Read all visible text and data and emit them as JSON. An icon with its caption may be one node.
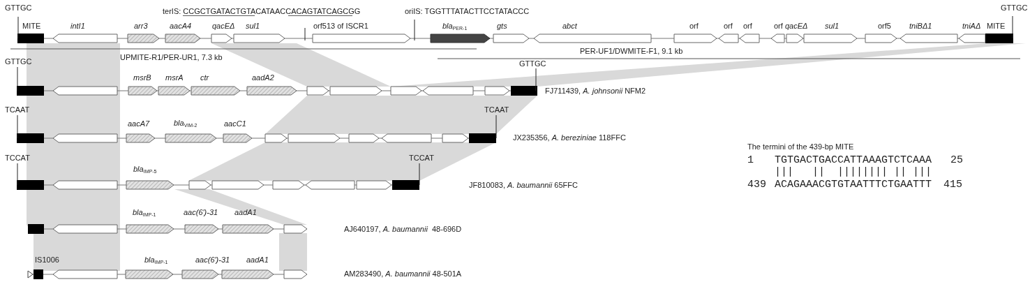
{
  "diagram": {
    "labels": [
      "GTTGC",
      "terIS: CCGCTGATACTGTACATAACCACAGTATCAGCGG",
      "oriIS: TGGTTTATACTTCCTATACCC",
      "MITE",
      "intI1",
      "arr3",
      "aacA4",
      "qacEΔ",
      "sul1",
      "orf513 of ISCR1",
      "*bla*$_{PER-1}$",
      "gts",
      "abct",
      "orf",
      "orf",
      "orf",
      "orf",
      "qacEΔ",
      "sul1",
      "orf5",
      "tniBΔ1",
      "tniAΔ",
      "MITE",
      "GTTGC",
      "UPMITE-R1/PER-UR1, 7.3 kb",
      "PER-UF1/DWMITE-F1, 9.1 kb",
      "GTTGC",
      "msrB",
      "msrA",
      "ctr",
      "aadA2",
      "GTTGC",
      "FJ711439, *A. johnsonii* NFM2",
      "TCAAT",
      "aacA7",
      "*bla*$_{VIM-2}$",
      "aacC1",
      "TCAAT",
      "JX235356, *A. bereziniae* 118FFC",
      "The termini of the 439-bp MITE",
      "1",
      "TGTGACTGACCATTAAAGTCTCAAA",
      "25",
      "|||   ||  |||||||| || |||",
      "439",
      "ACAGAAACGTGTAATTTCTGAATTT",
      "415",
      "TCCAT",
      "*bla*$_{IMP-5}$",
      "TCCAT",
      "JF810083, *A. baumannii* 65FFC",
      "*bla*$_{IMP-1}$",
      "aac(6')-31",
      "aadA1",
      "AJ640197, *A. baumannii*  48-696D",
      "IS1006",
      "*bla*$_{IMP-1}$",
      "aac(6')-31",
      "aadA1",
      "AM283490, *A. baumannii* 48-501A"
    ]
  }
}
